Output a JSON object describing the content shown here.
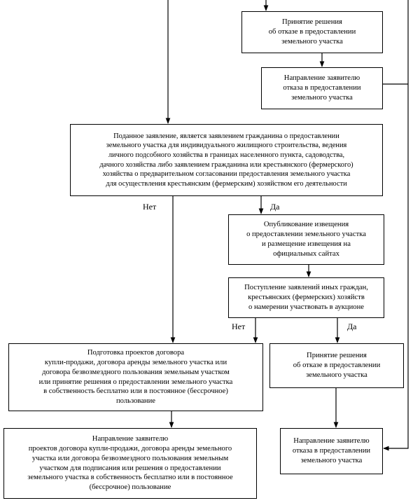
{
  "diagram": {
    "nodes": {
      "refuse_top": "Принятие решения\nоб отказе в предоставлении\nземельного участка",
      "send_refusal_top": "Направление заявителю\nотказа в предоставлении\nземельного участка",
      "condition": "Поданное заявление, является заявлением  гражданина о предоставлении\nземельного участка для индивидуального жилищного строительства, ведения\nличного подсобного хозяйства в границах населенного пункта, садоводства,\nдачного хозяйства либо заявлением гражданина или крестьянского (фермерского)\nхозяйства о предварительном согласовании предоставления земельного участка\nдля осуществления крестьянским (фермерским) хозяйством его деятельности",
      "publish": "Опубликование извещения\nо предоставлении земельного участка\nи размещение извещения на\nофициальных сайтах",
      "receipt": "Поступление заявлений иных граждан,\nкрестьянских (фермерских) хозяйств\nо намерении участвовать в аукционе",
      "prepare": "Подготовка проектов договора\nкупли-продажи, договора аренды земельного участка или\nдоговора безвозмездного пользования земельным участком\nили принятие решения о предоставлении земельного участка\nв собственность бесплатно или в постоянное (бессрочное)\nпользование",
      "refuse_bottom": "Принятие решения\nоб отказе в предоставлении\nземельного участка",
      "send_projects": "Направление заявителю\nпроектов договора купли-продажи, договора аренды земельного\nучастка или договора безвозмездного пользования земельным\nучастком для подписания или решения о предоставлении\nземельного участка в собственность бесплатно или в постоянное\n(бессрочное) пользование",
      "send_refusal_bottom": "Направление заявителю\nотказа в предоставлении\nземельного участка"
    },
    "labels": {
      "no_1": "Нет",
      "yes_1": "Да",
      "no_2": "Нет",
      "yes_2": "Да"
    }
  }
}
